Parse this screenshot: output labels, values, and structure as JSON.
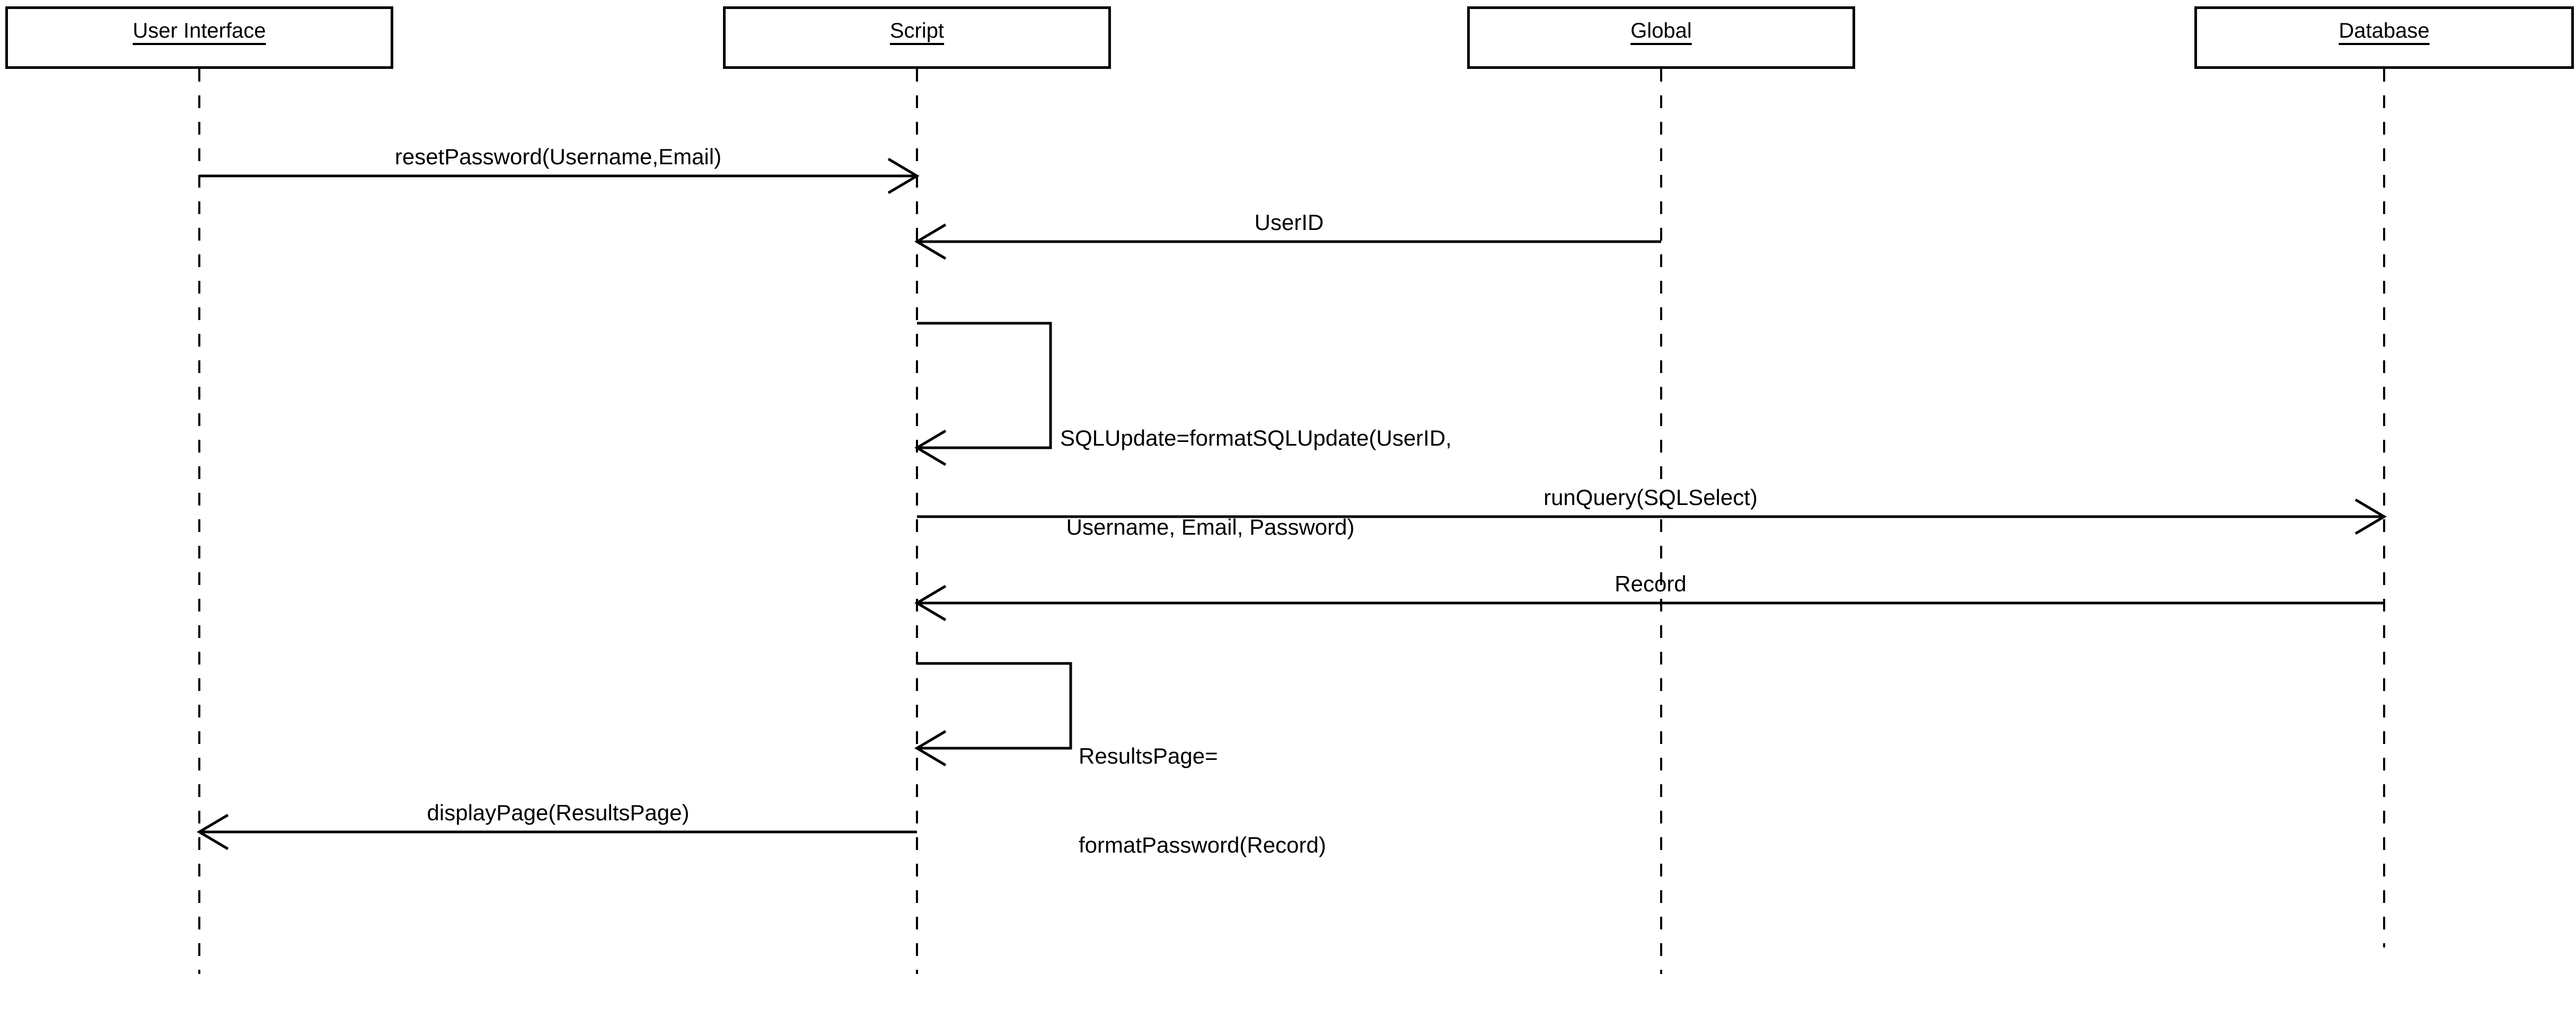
{
  "diagram": {
    "type": "uml_sequence",
    "background": "#ffffff",
    "line_color": "#000000",
    "actors": [
      {
        "id": "user-interface",
        "label": "User Interface"
      },
      {
        "id": "script",
        "label": "Script"
      },
      {
        "id": "global",
        "label": "Global"
      },
      {
        "id": "database",
        "label": "Database"
      }
    ],
    "messages": [
      {
        "from": "User Interface",
        "to": "Script",
        "self": false,
        "lines": [
          "resetPassword(Username,Email)"
        ]
      },
      {
        "from": "Global",
        "to": "Script",
        "self": false,
        "lines": [
          "UserID"
        ]
      },
      {
        "from": "Script",
        "to": "Script",
        "self": true,
        "lines": [
          "SQLUpdate=formatSQLUpdate(UserID,",
          " Username, Email, Password)"
        ]
      },
      {
        "from": "Script",
        "to": "Database",
        "self": false,
        "lines": [
          "runQuery(SQLSelect)"
        ]
      },
      {
        "from": "Database",
        "to": "Script",
        "self": false,
        "lines": [
          "Record"
        ]
      },
      {
        "from": "Script",
        "to": "Script",
        "self": true,
        "lines": [
          "ResultsPage=",
          "formatPassword(Record)"
        ]
      },
      {
        "from": "Script",
        "to": "User Interface",
        "self": false,
        "lines": [
          "displayPage(ResultsPage)"
        ]
      }
    ]
  }
}
